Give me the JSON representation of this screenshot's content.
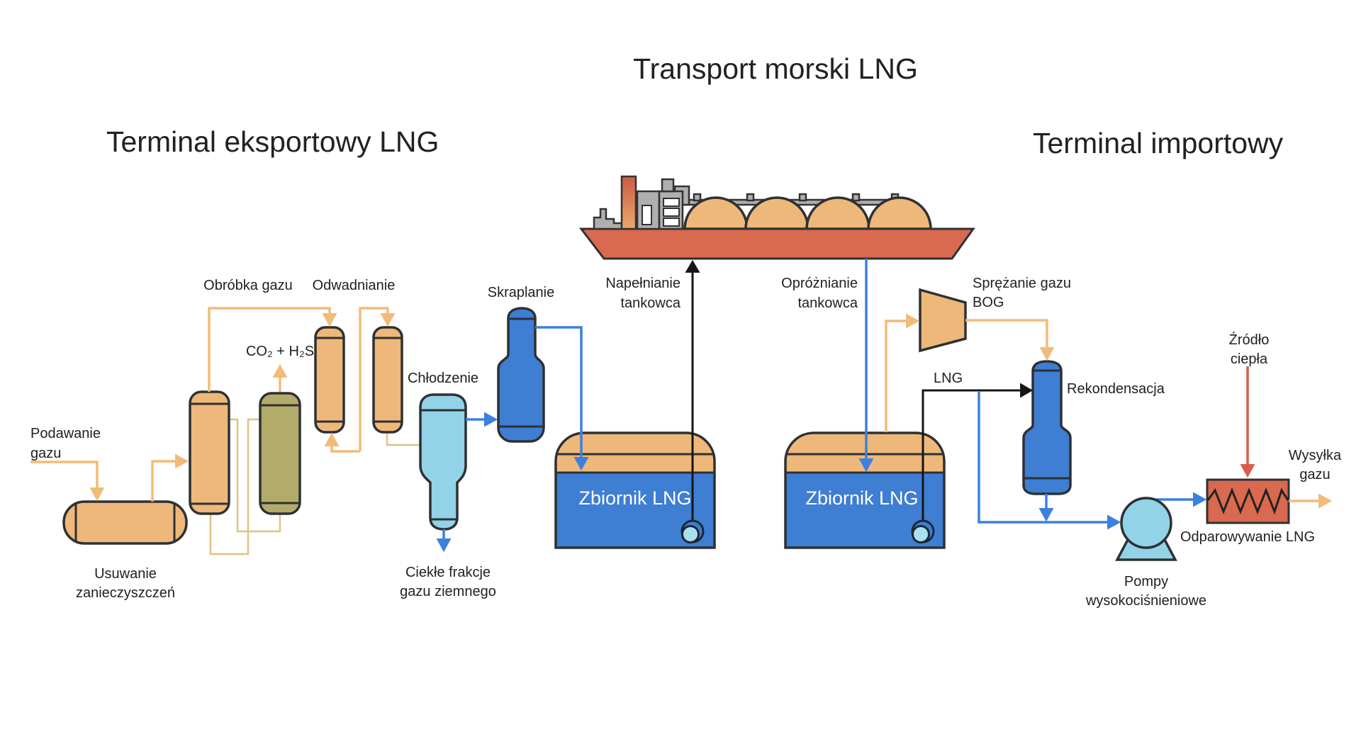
{
  "titles": {
    "main": "Transport morski LNG",
    "export_terminal": "Terminal eksportowy LNG",
    "import_terminal": "Terminal importowy"
  },
  "labels": {
    "feed_line1": "Podawanie",
    "feed_line2": "gazu",
    "impurity_removal_line1": "Usuwanie",
    "impurity_removal_line2": "zanieczyszczeń",
    "gas_treatment": "Obróbka gazu",
    "co2_h2s_vent": "CO₂ + H₂S",
    "dehydration": "Odwadnianie",
    "cooling": "Chłodzenie",
    "liquefaction": "Skraplanie",
    "liquid_fractions_line1": "Ciekłe frakcje",
    "liquid_fractions_line2": "gazu ziemnego",
    "export_tank": "Zbiornik LNG",
    "import_tank": "Zbiornik LNG",
    "tanker_loading_line1": "Napełnianie",
    "tanker_loading_line2": "tankowca",
    "tanker_unloading_line1": "Opróżnianie",
    "tanker_unloading_line2": "tankowca",
    "bog_compression_line1": "Sprężanie gazu",
    "bog_compression_line2": "BOG",
    "lng_line": "LNG",
    "recondensation": "Rekondensacja",
    "hp_pumps_line1": "Pompy",
    "hp_pumps_line2": "wysokociśnieniowe",
    "lng_vaporization": "Odparowywanie LNG",
    "heat_source_line1": "Źródło",
    "heat_source_line2": "ciepła",
    "gas_sendout_line1": "Wysyłka",
    "gas_sendout_line2": "gazu"
  },
  "colors": {
    "orange_fill": "#EDB87A",
    "orange_line": "#F2BB79",
    "olive": "#B3AB6A",
    "blue": "#3E7ED3",
    "blue_line": "#3C80E0",
    "light_blue": "#92D3E8",
    "inner_pump_blue": "#A9E0F0",
    "red": "#D9694F",
    "red_line": "#D95C49",
    "tan_line": "#DFC183",
    "outline": "#2E3033",
    "black_line": "#151515",
    "text": "#212121"
  }
}
